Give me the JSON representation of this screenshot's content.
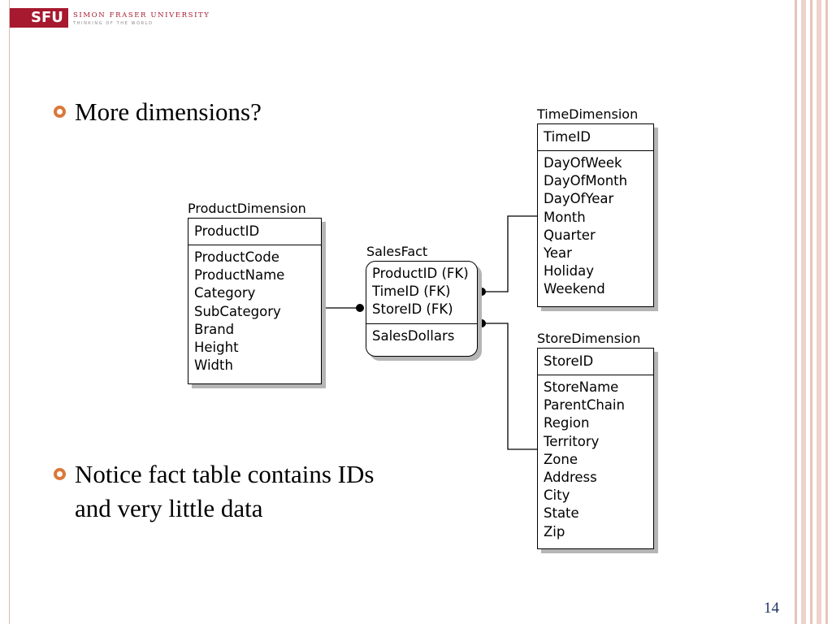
{
  "header": {
    "logo_abbr": "SFU",
    "university_name": "SIMON FRASER UNIVERSITY",
    "tagline": "THINKING OF THE WORLD"
  },
  "bullets": [
    {
      "lines": [
        "More dimensions?"
      ]
    },
    {
      "lines": [
        "Notice fact table contains IDs",
        "and very little data"
      ]
    }
  ],
  "diagram": {
    "product": {
      "title": "ProductDimension",
      "key": "ProductID",
      "fields": [
        "ProductCode",
        "ProductName",
        "Category",
        "SubCategory",
        "Brand",
        "Height",
        "Width"
      ]
    },
    "sales": {
      "title": "SalesFact",
      "keys": [
        "ProductID (FK)",
        "TimeID (FK)",
        "StoreID (FK)"
      ],
      "fields": [
        "SalesDollars"
      ]
    },
    "time": {
      "title": "TimeDimension",
      "key": "TimeID",
      "fields": [
        "DayOfWeek",
        "DayOfMonth",
        "DayOfYear",
        "Month",
        "Quarter",
        "Year",
        "Holiday",
        "Weekend"
      ]
    },
    "store": {
      "title": "StoreDimension",
      "key": "StoreID",
      "fields": [
        "StoreName",
        "ParentChain",
        "Region",
        "Territory",
        "Zone",
        "Address",
        "City",
        "State",
        "Zip"
      ]
    }
  },
  "footer": {
    "page_number": "14"
  },
  "colors": {
    "brand": "#a6192e",
    "bullet": "#d9783a",
    "page_number": "#1f3864"
  }
}
